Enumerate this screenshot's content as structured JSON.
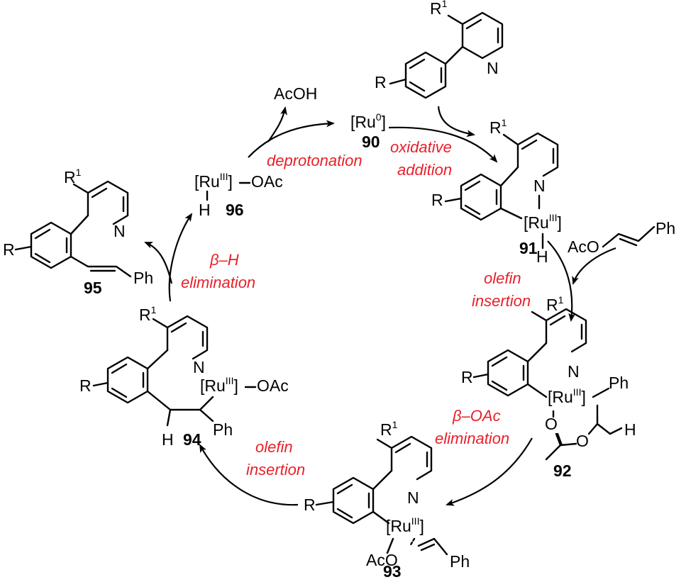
{
  "compounds": {
    "c90": {
      "number": "90",
      "label": "[Ru",
      "charge": "0",
      "close": "]"
    },
    "c91": {
      "number": "91",
      "metal": "[Ru",
      "ox": "III",
      "close": "]",
      "h": "H",
      "r": "R",
      "r1": "R",
      "r1sup": "1",
      "n": "N"
    },
    "c92": {
      "number": "92",
      "metal": "[Ru",
      "ox": "III",
      "close": "]",
      "ph": "Ph",
      "h": "H",
      "o1": "O",
      "o2": "O",
      "r": "R",
      "r1": "R",
      "r1sup": "1",
      "n": "N"
    },
    "c93": {
      "number": "93",
      "metal": "[Ru",
      "ox": "III",
      "close": "]",
      "aco": "AcO",
      "ph": "Ph",
      "r": "R",
      "r1": "R",
      "r1sup": "1",
      "n": "N"
    },
    "c94": {
      "number": "94",
      "metal": "[Ru",
      "ox": "III",
      "close": "]",
      "oac": "OAc",
      "ph": "Ph",
      "h": "H",
      "r": "R",
      "r1": "R",
      "r1sup": "1",
      "n": "N"
    },
    "c95": {
      "number": "95",
      "ph": "Ph",
      "r": "R",
      "r1": "R",
      "r1sup": "1",
      "n": "N"
    },
    "c96": {
      "number": "96",
      "metal": "[Ru",
      "ox": "III",
      "close": "]",
      "oac": "OAc",
      "h": "H"
    }
  },
  "substrate": {
    "r": "R",
    "r1": "R",
    "r1sup": "1",
    "n": "N"
  },
  "reagent": {
    "aco": "AcO",
    "ph": "Ph"
  },
  "byproduct": {
    "acoh": "AcOH"
  },
  "steps": {
    "deprotonation": "deprotonation",
    "oxidative_addition_1": "oxidative",
    "oxidative_addition_2": "addition",
    "olefin_insertion_1a": "olefin",
    "olefin_insertion_1b": "insertion",
    "beta_oac_1": "β–OAc",
    "beta_oac_2": "elimination",
    "olefin_insertion_2a": "olefin",
    "olefin_insertion_2b": "insertion",
    "beta_h_1": "β–H",
    "beta_h_2": "elimination"
  },
  "colors": {
    "step_text": "#e8202a",
    "structure": "#000000"
  }
}
